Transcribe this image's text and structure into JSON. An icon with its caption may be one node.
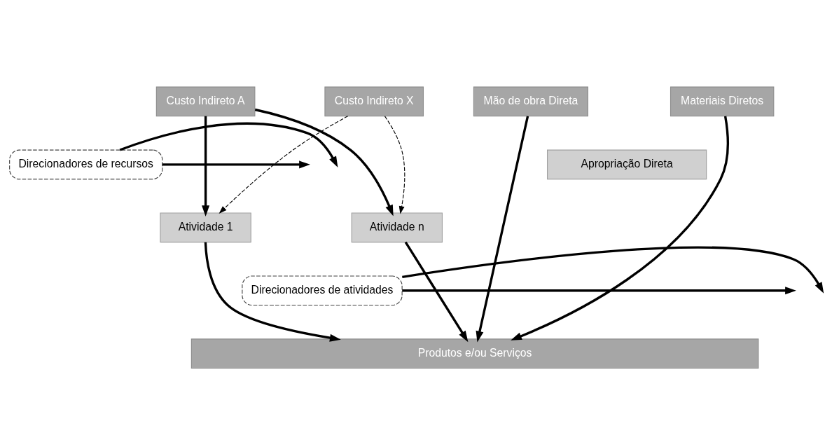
{
  "diagram": {
    "nodes": [
      {
        "text": [
          "Materiais Diretos"
        ]
      },
      {
        "text": [
          "Mão de obra Direta"
        ]
      },
      {
        "text": [
          "Custo Indireto A"
        ]
      },
      {
        "text": [
          "Custo Indireto X"
        ]
      },
      {
        "text": [
          "Apropriação Direta"
        ]
      },
      {
        "text": [
          "Direcionadores de recursos"
        ]
      },
      {
        "text": [
          "Atividade 1"
        ]
      },
      {
        "text": [
          "Atividade n"
        ]
      },
      {
        "text": [
          "Direcionadores de atividades"
        ]
      },
      {
        "text": [
          "Produtos e/ou Serviços"
        ]
      }
    ],
    "edges": [
      {
        "from": 0,
        "to": 9,
        "arrow": "to"
      },
      {
        "from": 1,
        "to": 9,
        "arrow": "to"
      },
      {
        "from": 2,
        "to": 6,
        "arrow": "to"
      },
      {
        "from": 2,
        "to": 7,
        "arrow": "to"
      },
      {
        "from": 3,
        "to": 6,
        "arrow": "to",
        "style": "dashed"
      },
      {
        "from": 3,
        "to": 7,
        "arrow": "to",
        "style": "dashed"
      },
      {
        "from": 5,
        "to": null,
        "arrow": "to"
      },
      {
        "from": 5,
        "to": null,
        "arrow": "to"
      },
      {
        "from": 6,
        "to": 9,
        "arrow": "to"
      },
      {
        "from": 7,
        "to": 9,
        "arrow": "to"
      },
      {
        "from": 8,
        "to": null,
        "arrow": "to"
      },
      {
        "from": 8,
        "to": null,
        "arrow": "to"
      }
    ]
  }
}
